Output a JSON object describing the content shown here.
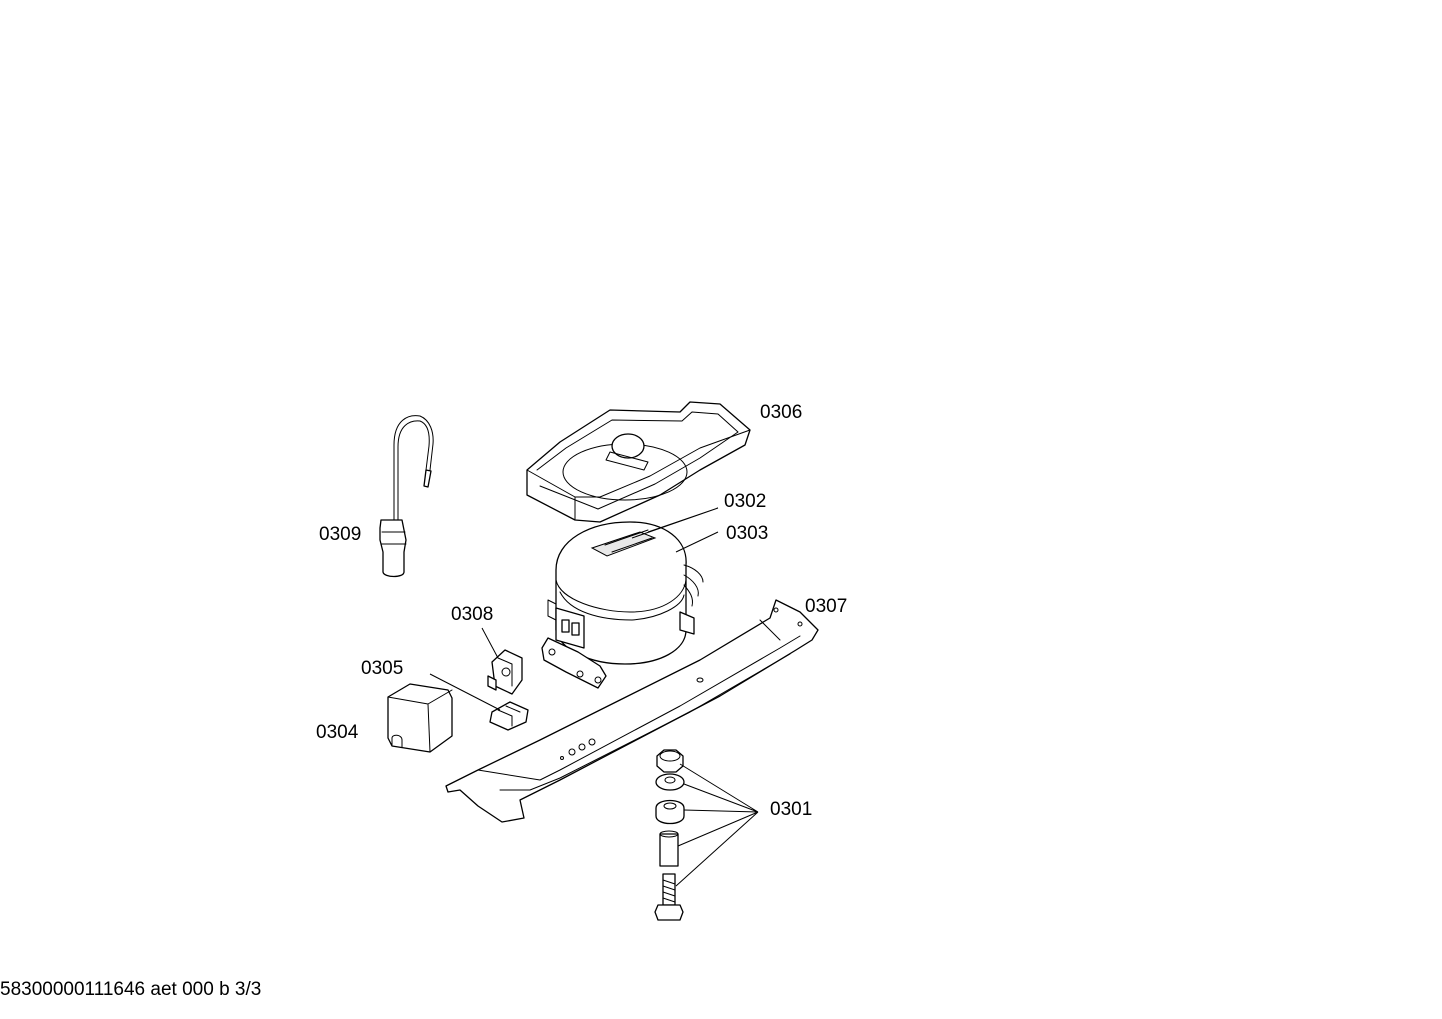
{
  "diagram": {
    "labels": {
      "p0301": "0301",
      "p0302": "0302",
      "p0303": "0303",
      "p0304": "0304",
      "p0305": "0305",
      "p0306": "0306",
      "p0307": "0307",
      "p0308": "0308",
      "p0309": "0309"
    }
  },
  "footer": {
    "text": "58300000111646 aet 000 b 3/3"
  }
}
